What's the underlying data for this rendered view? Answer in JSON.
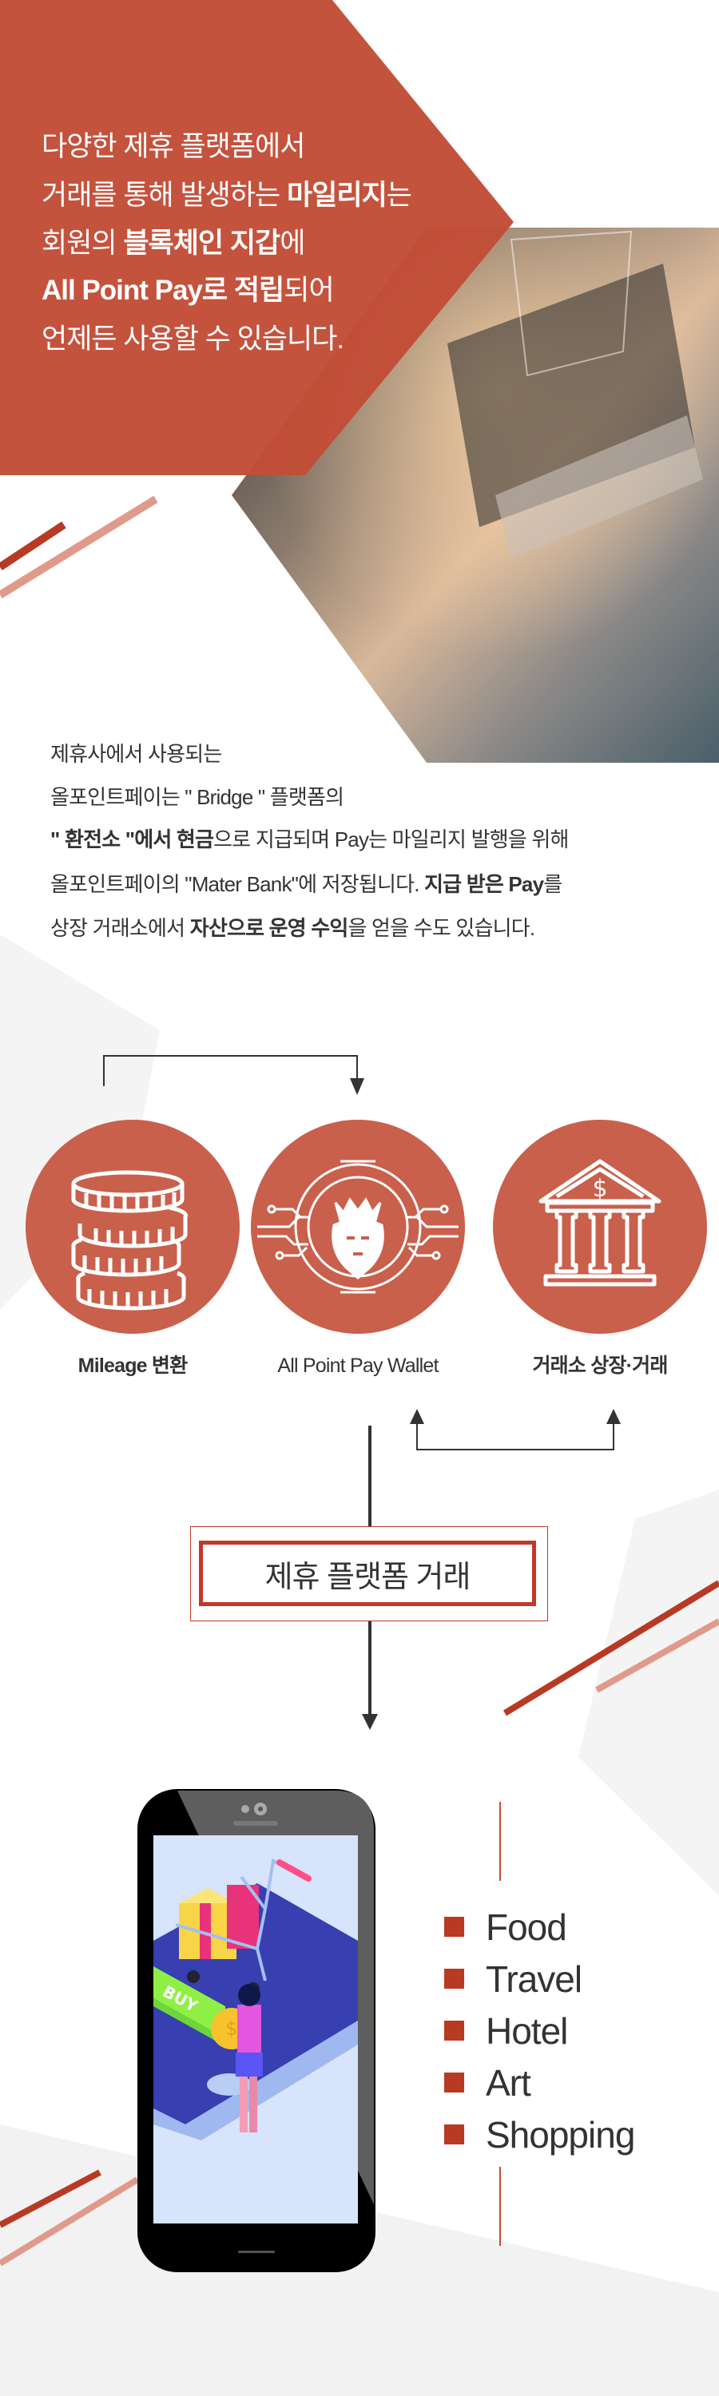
{
  "colors": {
    "accent": "#c24d37",
    "circle": "#c9604c",
    "bullet": "#b93a22",
    "text": "#333333"
  },
  "hero": {
    "lines": [
      [
        {
          "t": "다양한 제휴 플랫폼에서",
          "b": false
        }
      ],
      [
        {
          "t": "거래를 통해 발생하는 ",
          "b": false
        },
        {
          "t": "마일리지",
          "b": true
        },
        {
          "t": "는",
          "b": false
        }
      ],
      [
        {
          "t": "회원의 ",
          "b": false
        },
        {
          "t": "블록체인 지갑",
          "b": true
        },
        {
          "t": "에",
          "b": false
        }
      ],
      [
        {
          "t": "All Point Pay로 적립",
          "b": true
        },
        {
          "t": "되어",
          "b": false
        }
      ],
      [
        {
          "t": "언제든 사용할 수 있습니다.",
          "b": false
        }
      ]
    ]
  },
  "description": {
    "lines": [
      [
        {
          "t": "제휴사에서 사용되는",
          "b": false
        }
      ],
      [
        {
          "t": "올포인트페이는 \" Bridge \" 플랫폼의",
          "b": false
        }
      ],
      [
        {
          "t": "\" 환전소 \"에서 현금",
          "b": true
        },
        {
          "t": "으로 지급되며 Pay는 마일리지 발행을 위해",
          "b": false
        }
      ],
      [
        {
          "t": "올포인트페이의 \"Mater Bank\"에 저장됩니다. ",
          "b": false
        },
        {
          "t": "지급 받은 Pay",
          "b": true
        },
        {
          "t": "를",
          "b": false
        }
      ],
      [
        {
          "t": "상장 거래소에서 ",
          "b": false
        },
        {
          "t": "자산으로 운영 수익",
          "b": true
        },
        {
          "t": "을 얻을 수도 있습니다.",
          "b": false
        }
      ]
    ]
  },
  "flow": {
    "nodes": [
      {
        "label": "Mileage 변환",
        "icon": "coins-icon"
      },
      {
        "label": "All Point Pay Wallet",
        "icon": "lion-emblem-icon"
      },
      {
        "label": "거래소 상장·거래",
        "icon": "bank-icon"
      }
    ],
    "platform_box": "제휴 플랫폼 거래"
  },
  "phone": {
    "screen_button": "BUY"
  },
  "categories": [
    "Food",
    "Travel",
    "Hotel",
    "Art",
    "Shopping"
  ]
}
